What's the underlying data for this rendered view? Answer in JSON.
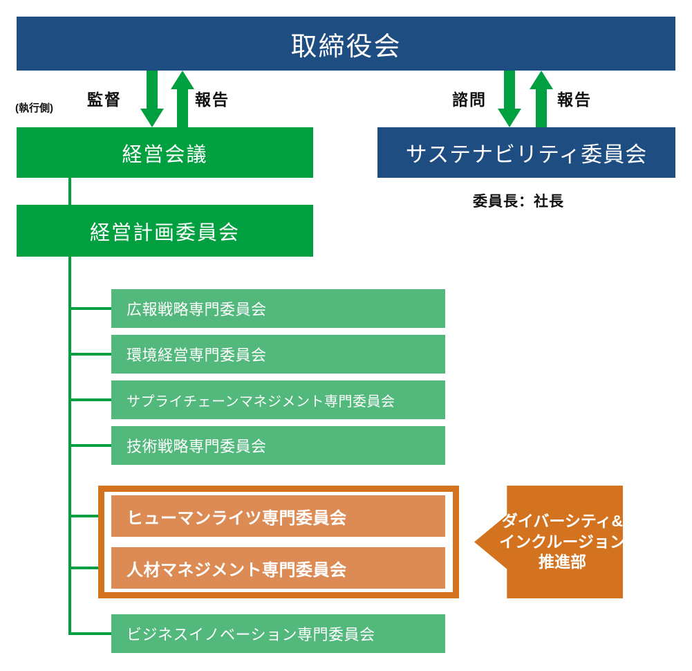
{
  "diagram": {
    "title_node": {
      "label": "取締役会"
    },
    "execution_side_note": "(執行側)",
    "flow_labels": {
      "supervise": "監督",
      "report_left": "報告",
      "consult": "諮問",
      "report_right": "報告"
    },
    "sustainability": {
      "label": "サステナビリティ委員会",
      "chair_note": "委員長：社長"
    },
    "management_meeting": {
      "label": "経営会議"
    },
    "management_plan": {
      "label": "経営計画委員会"
    },
    "subcommittees": [
      {
        "label": "広報戦略専門委員会"
      },
      {
        "label": "環境経営専門委員会"
      },
      {
        "label": "サプライチェーンマネジメント専門委員会"
      },
      {
        "label": "技術戦略専門委員会"
      },
      {
        "label": "ビジネスイノベーション専門委員会"
      }
    ],
    "highlighted_subcommittees": [
      {
        "label": "ヒューマンライツ専門委員会"
      },
      {
        "label": "人材マネジメント専門委員会"
      }
    ],
    "department": {
      "line1": "ダイバーシティ&",
      "line2": "インクルージョン",
      "line3": "推進部"
    },
    "colors": {
      "blue": "#1E4D82",
      "green_dark": "#00A040",
      "green_light": "#52B87C",
      "orange_dark": "#D4731F",
      "orange_light": "#DD8B55",
      "white": "#FFFFFF",
      "text": "#111111"
    }
  }
}
